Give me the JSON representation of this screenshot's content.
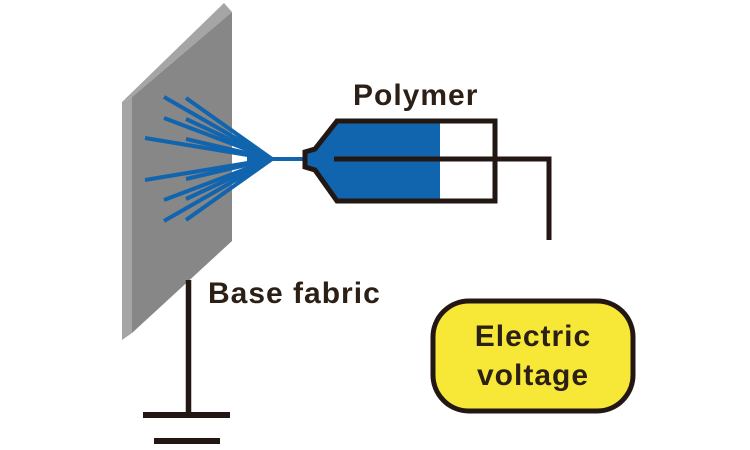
{
  "diagram": {
    "type": "electrospinning-process-schematic",
    "labels": {
      "polymer": "Polymer",
      "base_fabric": "Base fabric",
      "electric_voltage": {
        "line1": "Electric",
        "line2": "voltage"
      }
    },
    "components": {
      "collector_panel": "base-fabric-plate-grounded",
      "spray": "fiber-jet-spray-lines",
      "syringe": "polymer-syringe-with-plunger",
      "voltage_source": "electric-voltage-rounded-box",
      "ground_symbol": "earth-ground"
    },
    "colors": {
      "polymer_blue": "#1164ae",
      "panel_front_gray": "#878787",
      "panel_edge_gray": "#a5a5a5",
      "line_dark": "#221712",
      "label_text": "#2b1f16",
      "voltage_fill_yellow": "#f7e838",
      "background": "#ffffff"
    }
  }
}
